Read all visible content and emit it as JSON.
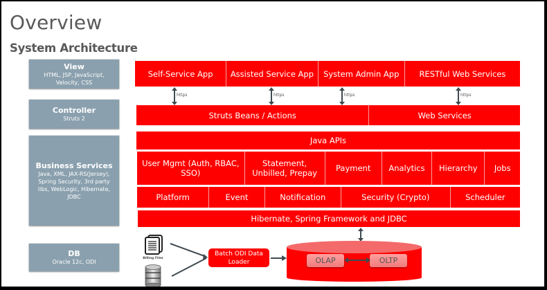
{
  "title": "Overview",
  "subtitle": "System Architecture",
  "layers": [
    {
      "name": "View",
      "detail": "HTML, JSP, JavaScript, Velocity, CSS"
    },
    {
      "name": "Controller",
      "detail": "Struts 2"
    },
    {
      "name": "Business Services",
      "detail": "Java, XML, JAX-RS(Jersey), Spring Security, 3rd party libs, WebLogic, Hibernate, JDBC"
    },
    {
      "name": "DB",
      "detail": "Oracle 12c, ODI"
    }
  ],
  "view_row": [
    "Self-Service App",
    "Assisted Service App",
    "System Admin App",
    "RESTful Web Services"
  ],
  "https_label": "https",
  "controller_row": [
    "Struts Beans / Actions",
    "Web Services"
  ],
  "java_apis": "Java APIs",
  "services_row": [
    "User Mgmt (Auth, RBAC, SSO)",
    "Statement, Unbilled, Prepay",
    "Payment",
    "Analytics",
    "Hierarchy",
    "Jobs"
  ],
  "platform_row": [
    "Platform",
    "Event",
    "Notification",
    "Security (Crypto)",
    "Scheduler"
  ],
  "persistence": "Hibernate, Spring Framework and JDBC",
  "db_section": {
    "billing_files_label": "Billing Files",
    "loader_label": "Batch ODI Data Loader",
    "olap": "OLAP",
    "oltp": "OLTP"
  },
  "colors": {
    "accent_red": "#ff0000",
    "layer_gray": "#8aa0ae",
    "title_gray": "#595959"
  }
}
